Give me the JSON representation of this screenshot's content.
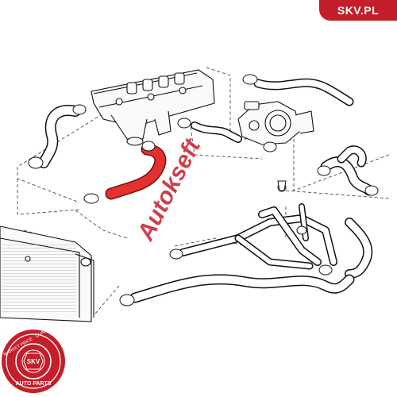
{
  "brand": {
    "label": "SKV.PL",
    "color": "#c41e2b"
  },
  "watermark": {
    "text": "Autokseft",
    "color": "#c41e2b"
  },
  "seal": {
    "outer_text": "MARKET PRICE · QUALITY ·",
    "center_text": "SKV",
    "bottom_text": "AUTO PARTS",
    "color": "#c41e2b"
  },
  "highlight": {
    "part": "radiator-hose",
    "color": "#e53030"
  },
  "line_color": "#111111"
}
